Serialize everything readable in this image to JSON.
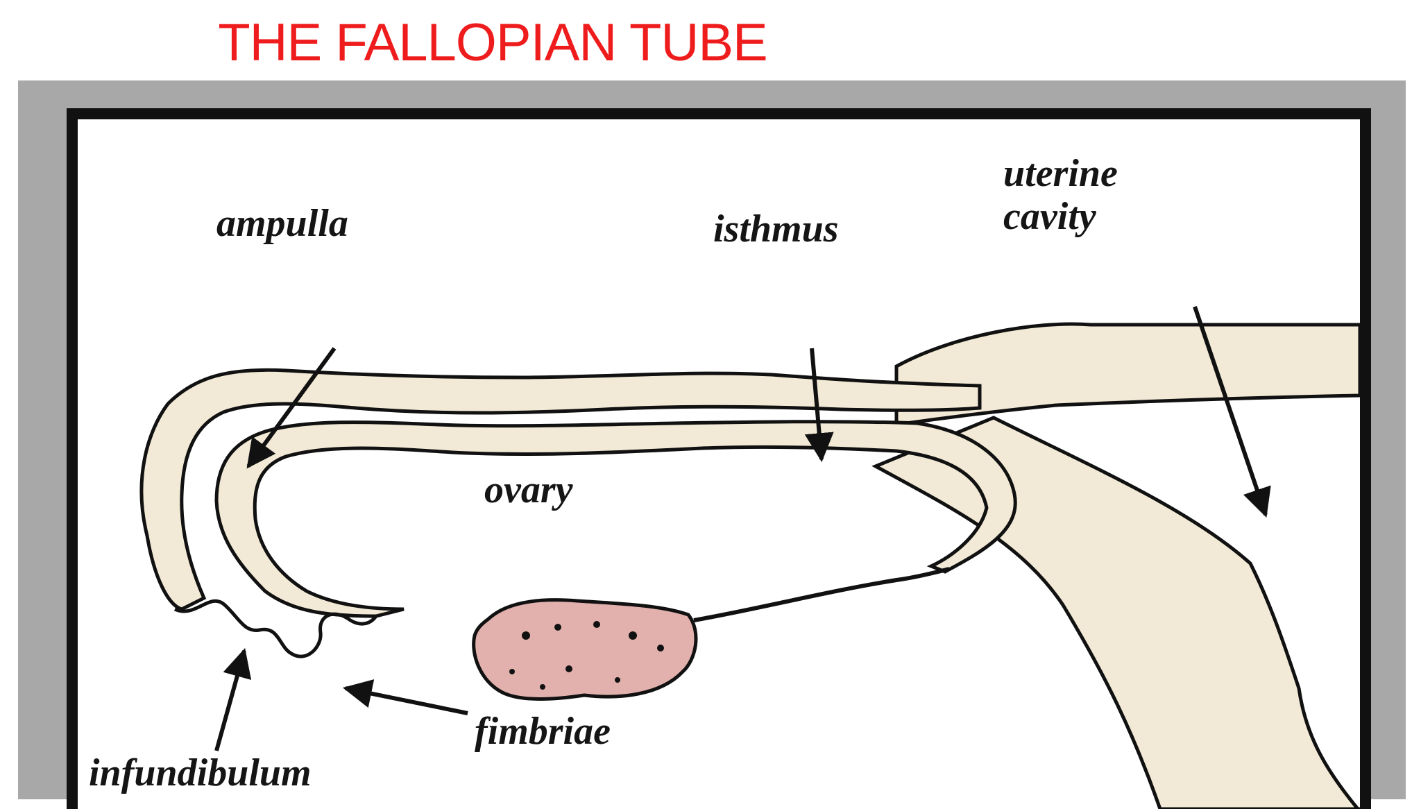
{
  "title": "THE FALLOPIAN TUBE",
  "labels": {
    "ampulla": "ampulla",
    "isthmus": "isthmus",
    "uterine_line1": "uterine",
    "uterine_line2": "cavity",
    "ovary": "ovary",
    "fimbriae": "fimbriae",
    "infundibulum": "infundibulum"
  },
  "colors": {
    "title": "#ee1c1c",
    "tube_fill": "#f2ead6",
    "ovary_fill": "#e2b1ae",
    "outline": "#111111",
    "frame": "#a8a8a8"
  }
}
